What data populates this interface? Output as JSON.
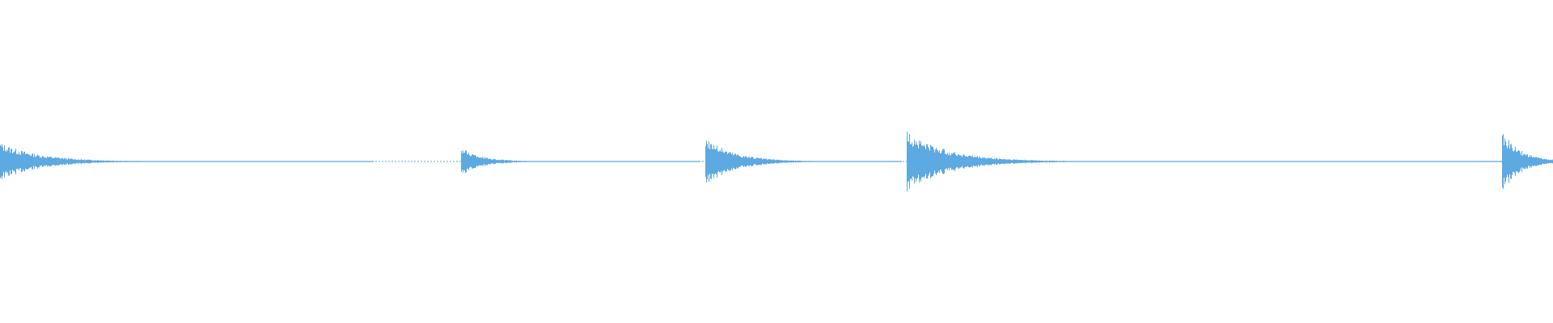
{
  "waveform": {
    "color": "#5DA9E2",
    "background": "#FFFFFF",
    "onsets": [
      {
        "position": 0.0,
        "peak": 0.62,
        "decay": 0.075,
        "tail_to": 0.24
      },
      {
        "position": 0.297,
        "peak": 0.45,
        "decay": 0.04,
        "tail_to": 0.45
      },
      {
        "position": 0.454,
        "peak": 0.8,
        "decay": 0.055,
        "tail_to": 0.58
      },
      {
        "position": 0.584,
        "peak": 1.0,
        "decay": 0.08,
        "tail_to": 0.967
      },
      {
        "position": 0.967,
        "peak": 1.0,
        "decay": 0.035,
        "tail_to": 1.0
      }
    ]
  }
}
